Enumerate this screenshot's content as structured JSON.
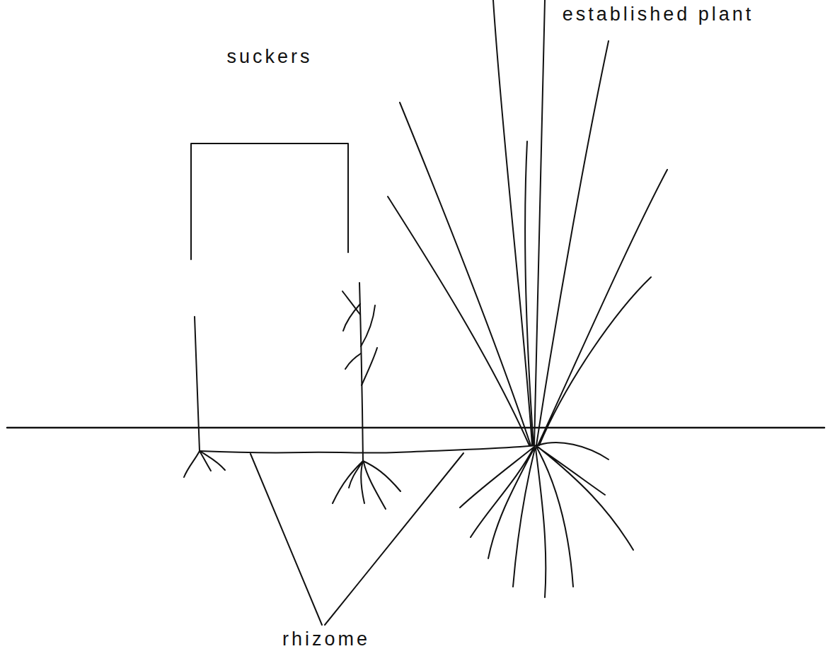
{
  "diagram": {
    "labels": [
      "established plant",
      "suckers",
      "rhizome"
    ]
  }
}
